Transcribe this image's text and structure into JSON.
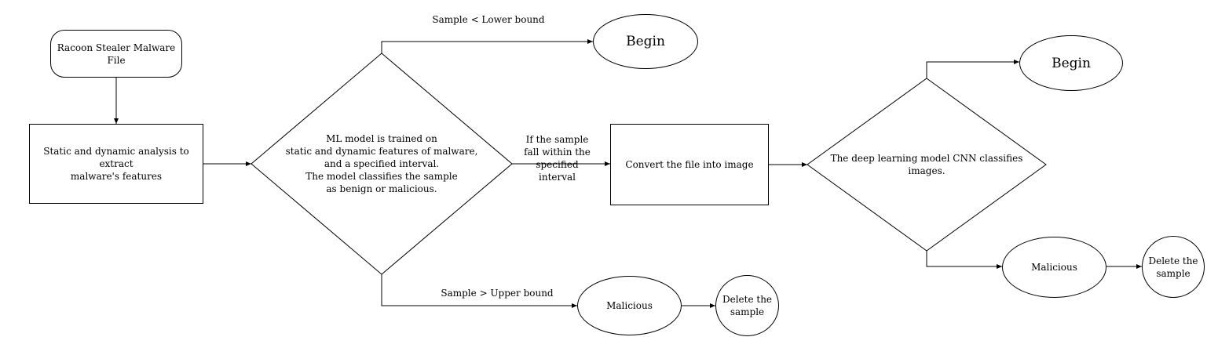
{
  "nodes": {
    "start_file": "Racoon Stealer Malware File",
    "analysis": "Static and dynamic analysis to extract\nmalware's features",
    "ml_model": "ML model is trained on\nstatic and dynamic features of malware,\nand a specified interval.\nThe model classifies the sample\nas benign or malicious.",
    "begin_1": "Begin",
    "malicious_1": "Malicious",
    "delete_1": "Delete the\nsample",
    "convert": "Convert the file into image",
    "cnn": "The deep learning model CNN classifies images.",
    "begin_2": "Begin",
    "malicious_2": "Malicious",
    "delete_2": "Delete the\nsample"
  },
  "edge_labels": {
    "lower": "Sample < Lower bound",
    "upper": "Sample > Upper bound",
    "within": "If the sample\nfall within the\nspecified\ninterval"
  }
}
